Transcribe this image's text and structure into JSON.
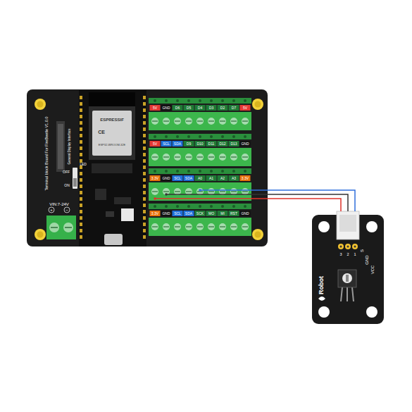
{
  "diagram": {
    "nodes": [
      {
        "text": [
          "Terminal block Board For FireBeetle V1.0.0"
        ]
      },
      {
        "text": [
          "Robot"
        ]
      }
    ],
    "edges": [
      {
        "from": 0,
        "to": 1,
        "arrow": "none"
      },
      {
        "from": 0,
        "to": 1,
        "arrow": "none"
      },
      {
        "from": 0,
        "to": 1,
        "arrow": "none"
      }
    ],
    "labels": [
      "5V",
      "GND",
      "D6",
      "D5",
      "D4",
      "D3",
      "D2",
      "D7",
      "5V",
      "5V",
      "SCL",
      "SDA",
      "D9",
      "D10",
      "D11",
      "D12",
      "D13",
      "GND",
      "3.3V",
      "GND",
      "SCL",
      "SDA",
      "A0",
      "A1",
      "A2",
      "A3",
      "3.3V",
      "3.3V",
      "GND",
      "SCL",
      "SDA",
      "SCK",
      "MO",
      "MI",
      "RST",
      "GND",
      "ESPRESSIF",
      "ESP32-WROOM-32E",
      "CE",
      "General Display Interface",
      "LED",
      "OFF",
      "ON",
      "VIN:7-24V",
      "+",
      "−",
      "3",
      "2",
      "1",
      "S",
      "GND",
      "VCC"
    ]
  }
}
